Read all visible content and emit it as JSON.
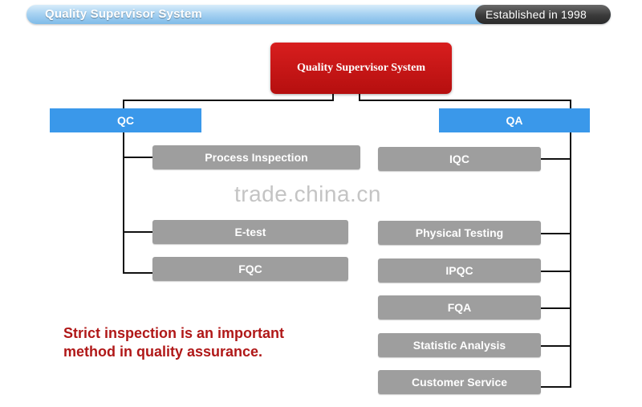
{
  "header": {
    "title": "Quality Supervisor System",
    "established": "Established in 1998"
  },
  "root": {
    "label": "Quality Supervisor System"
  },
  "branches": {
    "qc": {
      "label": "QC",
      "items": [
        "Process Inspection",
        "E-test",
        "FQC"
      ]
    },
    "qa": {
      "label": "QA",
      "items": [
        "IQC",
        "Physical Testing",
        "IPQC",
        "FQA",
        "Statistic Analysis",
        "Customer Service"
      ]
    }
  },
  "watermark": "trade.china.cn",
  "note": {
    "line1": "Strict inspection is an important",
    "line2": "method in quality assurance."
  },
  "colors": {
    "root": "#c41414",
    "category": "#3a98ea",
    "item": "#9e9e9e",
    "note": "#b01818"
  }
}
